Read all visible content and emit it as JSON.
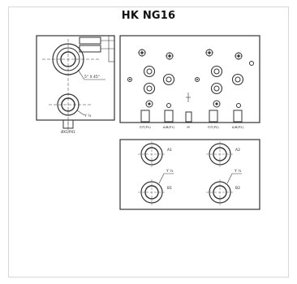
{
  "title": "HK NG16",
  "colors": {
    "outline": "#333333",
    "accent": "#444444",
    "frame": "#d8d8d8"
  },
  "side_view": {
    "callout": "5° X 45°",
    "bottom_label": "ØX1/PX1",
    "small_label": "Y ½"
  },
  "face_view": {
    "port_labels": [
      "P/T(P1)",
      "A/B(P1)",
      "M",
      "P/T(P2)",
      "A/B(P2)"
    ]
  },
  "bottom_view": {
    "ports": [
      "A1",
      "B1",
      "A2",
      "B2"
    ],
    "thread_labels": [
      "Y ½",
      "Y ½"
    ]
  }
}
